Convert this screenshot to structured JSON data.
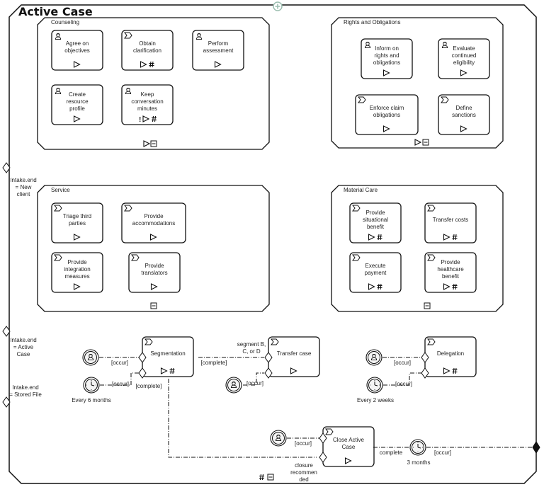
{
  "case": {
    "title": "Active Case"
  },
  "stages": {
    "counseling": "Counseling",
    "rights": "Rights and Obligations",
    "service": "Service",
    "material": "Material Care"
  },
  "tasks": {
    "agree": "Agree on|objectives",
    "clarification": "Obtain|clarification",
    "assessment": "Perform|assessment",
    "resource": "Create|resource|profile",
    "minutes": "Keep|conversation|minutes",
    "inform": "Inform on|rights and|obligations",
    "eligibility": "Evaluate|continued|eligibility",
    "enforce": "Enforce claim|obligations",
    "sanctions": "Define|sanctions",
    "triage": "Triage third|parties",
    "accommodations": "Provide|accommodations",
    "integration": "Provide|integration|measures",
    "translators": "Provide|translators",
    "situational": "Provide|situational|benefit",
    "transfer_costs": "Transfer costs",
    "execute_payment": "Execute|payment",
    "healthcare": "Provide|healthcare|benefit",
    "segmentation": "Segmentation",
    "transfer_case": "Transfer case",
    "delegation": "Delegation",
    "close_case": "Close Active|Case"
  },
  "entry_criteria": {
    "new_client": "Intake.end|= New|client",
    "active_case": "Intake.end|= Active|Case",
    "stored_file": "Intake.end|= Stored File"
  },
  "timers": {
    "six_months": "Every 6 months",
    "two_weeks": "Every 2 weeks",
    "three_months": "3 months"
  },
  "connector_labels": {
    "occur": "[occur]",
    "complete": "[complete]",
    "segment": "segment B,|C, or D",
    "complete_plain": "complete",
    "closure": "closure|recommen|ded"
  }
}
